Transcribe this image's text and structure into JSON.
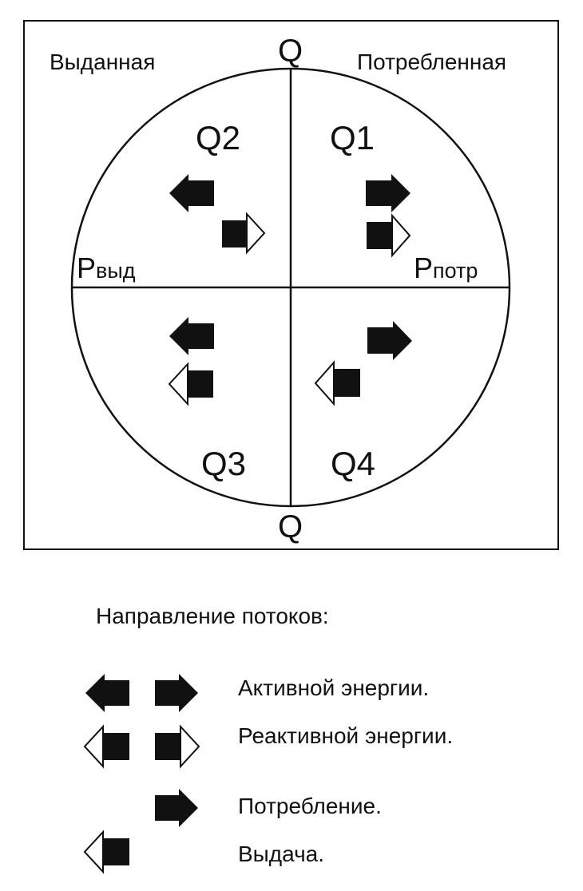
{
  "labels": {
    "left_corner": "Выданная",
    "right_corner": "Потребленная",
    "q_top": "Q",
    "q_bottom": "Q",
    "p_left_main": "P",
    "p_left_sub": "выд",
    "p_right_main": "P",
    "p_right_sub": "потр",
    "quadrants": [
      "Q1",
      "Q2",
      "Q3",
      "Q4"
    ]
  },
  "legend": {
    "title": "Направление потоков:",
    "items": [
      {
        "text": "Активной энергии."
      },
      {
        "text": "Реактивной энергии."
      },
      {
        "text": "Потребление."
      },
      {
        "text": "Выдача."
      }
    ]
  },
  "colors": {
    "ink": "#111111",
    "background": "#ffffff"
  }
}
